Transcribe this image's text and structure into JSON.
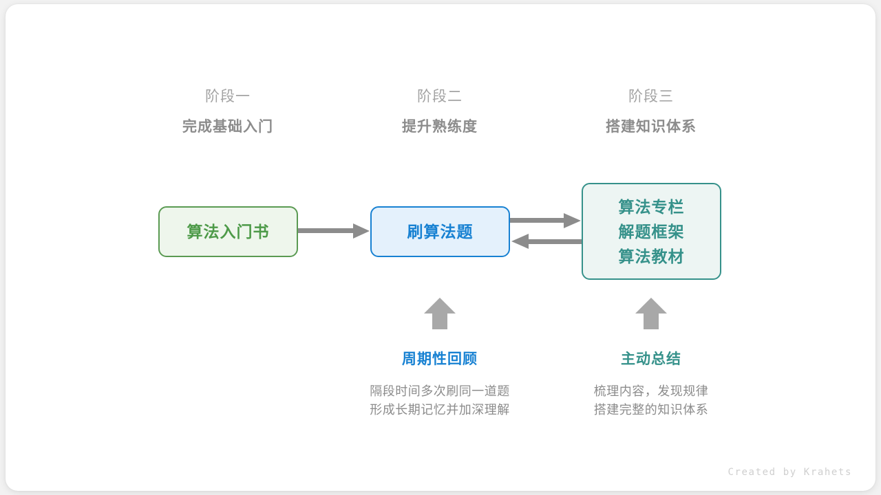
{
  "canvas": {
    "background": "#f2f2f2",
    "card_background": "#ffffff"
  },
  "stages": [
    {
      "sub": "阶段一",
      "title": "完成基础入门"
    },
    {
      "sub": "阶段二",
      "title": "提升熟练度"
    },
    {
      "sub": "阶段三",
      "title": "搭建知识体系"
    }
  ],
  "nodes": [
    {
      "id": "book",
      "lines": [
        "算法入门书"
      ],
      "fill": "#eef6ec",
      "border": "#5a9a52",
      "text": "#4d9a48"
    },
    {
      "id": "practice",
      "lines": [
        "刷算法题"
      ],
      "fill": "#e4f1fc",
      "border": "#1781d2",
      "text": "#1781d2"
    },
    {
      "id": "resources",
      "lines": [
        "算法专栏",
        "解题框架",
        "算法教材"
      ],
      "fill": "#edf5f3",
      "border": "#35918a",
      "text": "#35918a"
    }
  ],
  "connectors": {
    "color": "#8c8c8c",
    "items": [
      {
        "name": "book-to-practice",
        "direction": "right"
      },
      {
        "name": "practice-to-resources",
        "direction": "right"
      },
      {
        "name": "resources-to-practice",
        "direction": "left"
      },
      {
        "name": "review-up",
        "direction": "up"
      },
      {
        "name": "summary-up",
        "direction": "up"
      }
    ]
  },
  "notes": [
    {
      "id": "review",
      "title": "周期性回顾",
      "title_color": "#1781d2",
      "desc_line_1": "隔段时间多次刷同一道题",
      "desc_line_2": "形成长期记忆并加深理解"
    },
    {
      "id": "summary",
      "title": "主动总结",
      "title_color": "#35918a",
      "desc_line_1": "梳理内容，发现规律",
      "desc_line_2": "搭建完整的知识体系"
    }
  ],
  "watermark": "Created by Krahets"
}
